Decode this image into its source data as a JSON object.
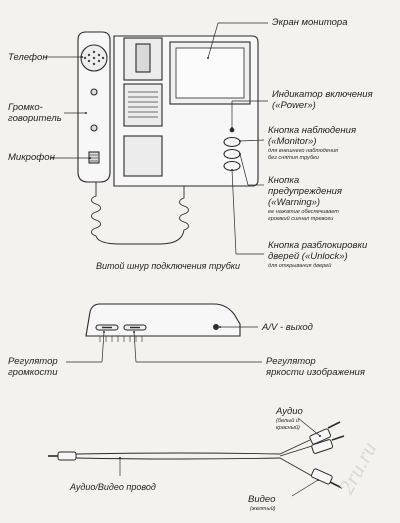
{
  "labels": {
    "monitor_screen": "Экран монитора",
    "telephone": "Телефон",
    "loudspeaker_line1": "Громко-",
    "loudspeaker_line2": "говоритель",
    "microphone": "Микрофон",
    "power_indicator_line1": "Индикатор включения",
    "power_indicator_line2": "(«Power»)",
    "monitor_button_line1": "Кнопка наблюдения",
    "monitor_button_line2": "(«Monitor»)",
    "monitor_button_note_line1": "для внешнего наблюдения",
    "monitor_button_note_line2": "без снятия трубки",
    "warning_button_line1": "Кнопка",
    "warning_button_line2": "предупреждения",
    "warning_button_line3": "(«Warning»)",
    "warning_button_note_line1": "ее нажатие обеспечивает",
    "warning_button_note_line2": "громкий сигнал тревоги",
    "unlock_button_line1": "Кнопка разблокировки",
    "unlock_button_line2": "дверей («Unlock»)",
    "unlock_button_note": "для открывания дверей",
    "coiled_cord": "Витой шнур подключения трубки",
    "av_out": "A/V - выход",
    "volume_control_line1": "Регулятор",
    "volume_control_line2": "громкости",
    "brightness_control_line1": "Регулятор",
    "brightness_control_line2": "яркости изображения",
    "audio": "Аудио",
    "audio_note_line1": "(белый и",
    "audio_note_line2": "красный)",
    "av_cable": "Аудио/Видео провод",
    "video": "Видео",
    "video_note": "(желтый)"
  },
  "watermark": "2ru.ru",
  "colors": {
    "background": "#f4f2ef",
    "line": "#2a2a2a",
    "device_fill": "#f7f7f7",
    "screen_fill": "#f0f0f0",
    "grille": "#444444"
  }
}
